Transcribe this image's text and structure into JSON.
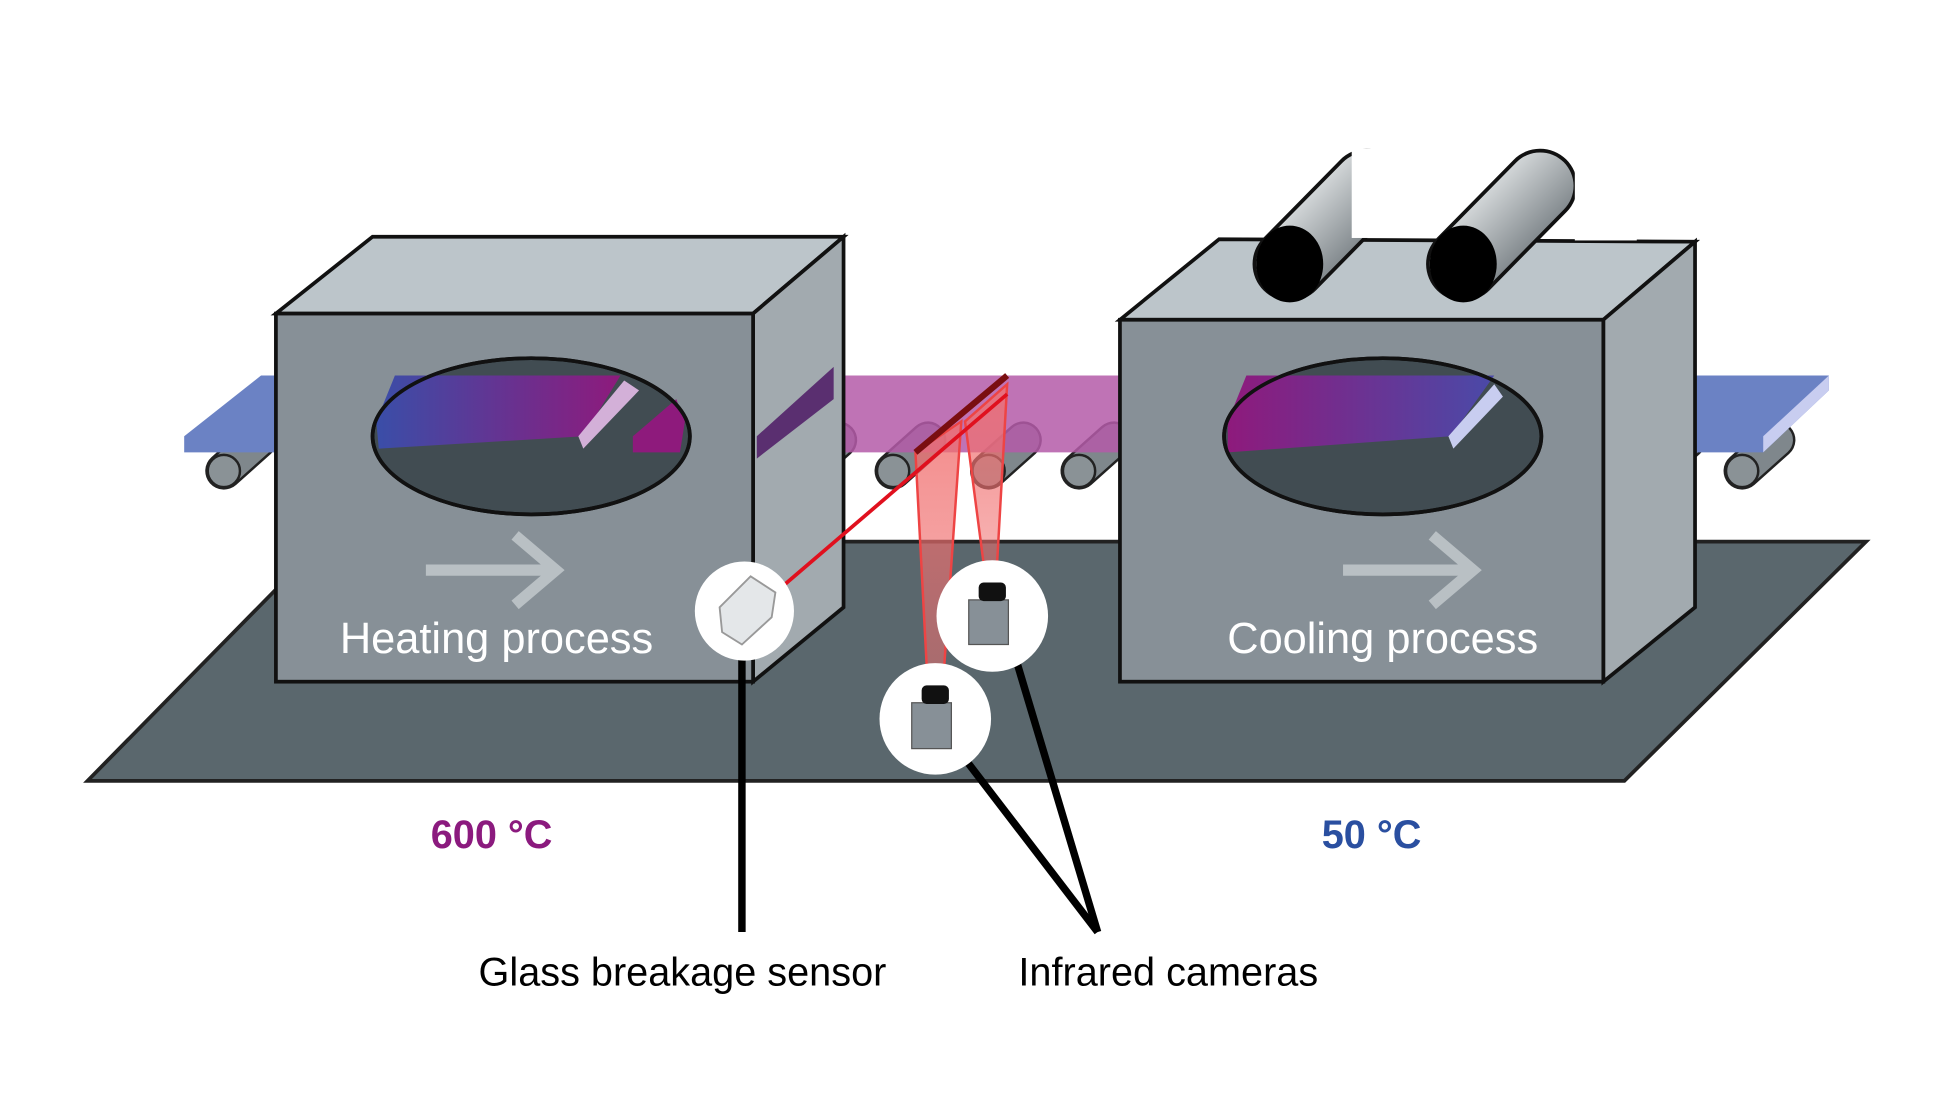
{
  "diagram": {
    "heating_label": "Heating process",
    "cooling_label": "Cooling process",
    "heating_temperature": "600 °C",
    "cooling_temperature": "50 °C",
    "sensor_label": "Glass breakage sensor",
    "cameras_label": "Infrared cameras"
  },
  "colors": {
    "heating_temperature": "#8b1a7e",
    "cooling_temperature": "#2a4fa0",
    "laser": "#e0101e",
    "floor": "#5a676d",
    "box_front": "#879097",
    "box_top": "#bcc5ca",
    "box_side": "#a2aaaf",
    "glass_cold": "#6b82c4",
    "glass_hot": "#8e1a7c"
  },
  "icons": [
    "glass-breakage-sensor-icon",
    "infrared-camera-icon",
    "direction-arrow-icon"
  ]
}
